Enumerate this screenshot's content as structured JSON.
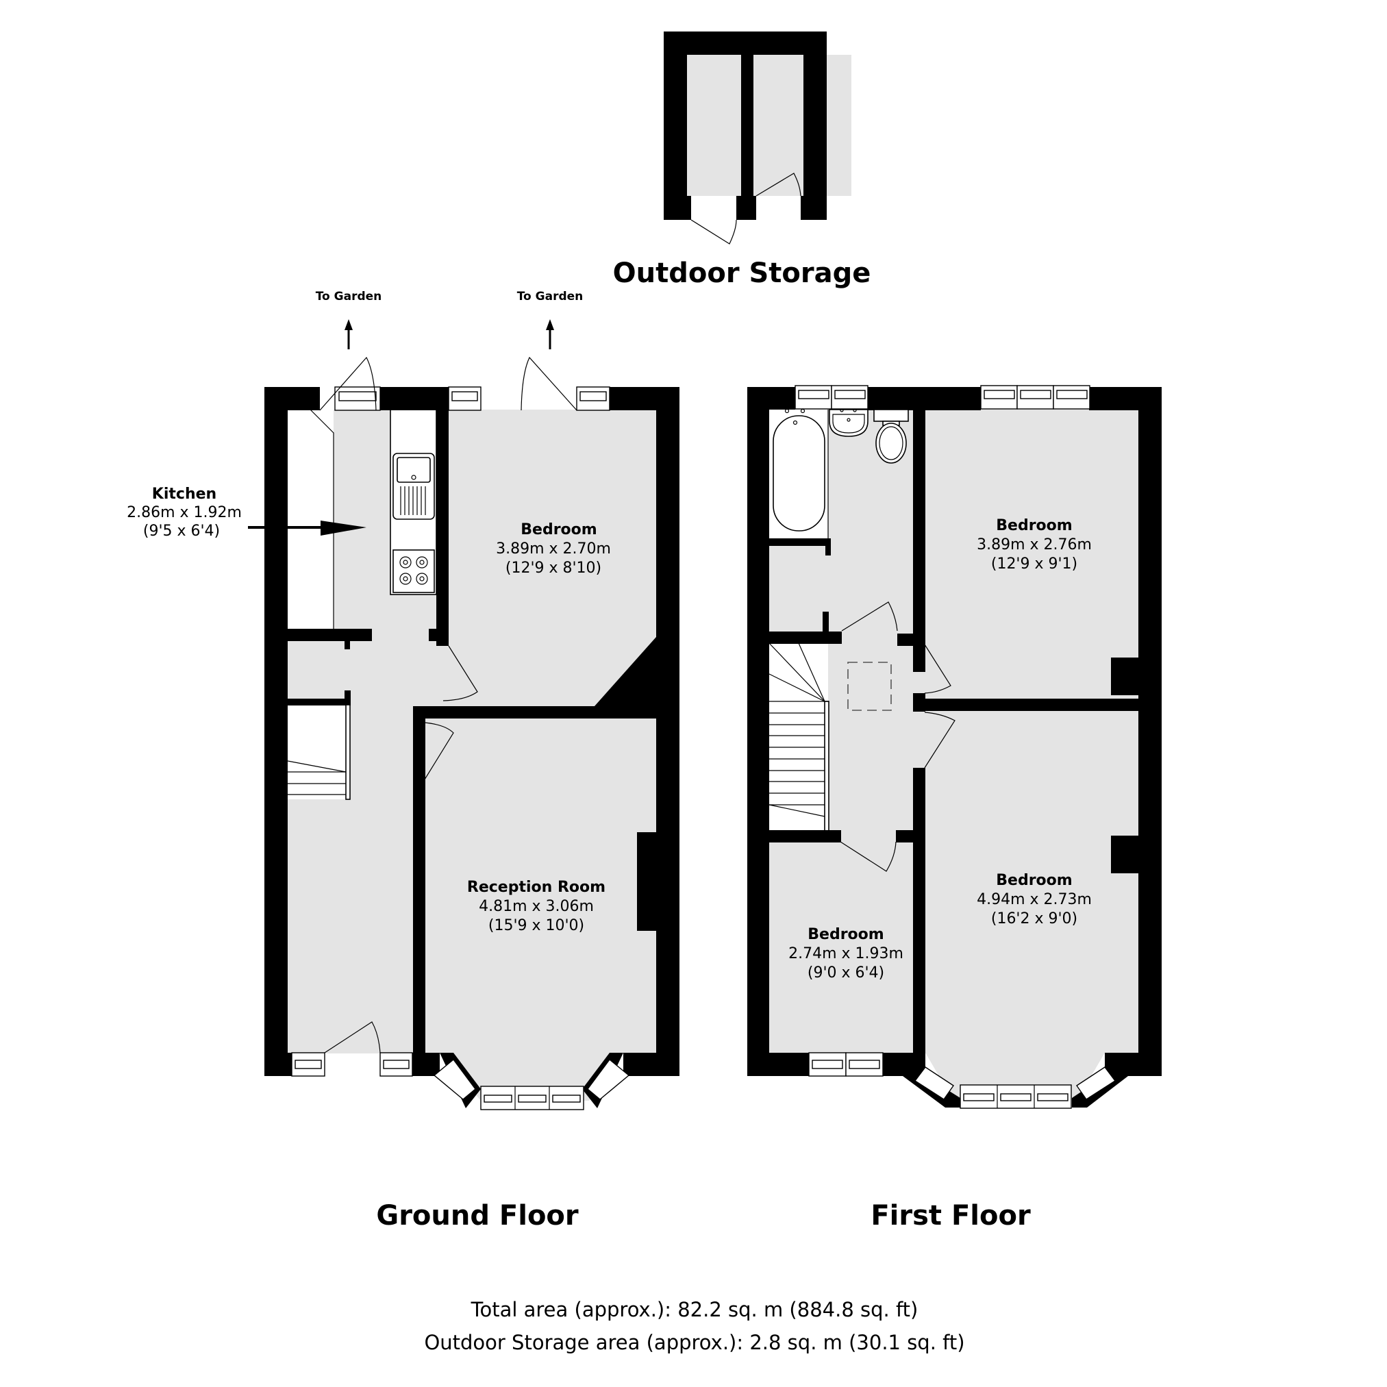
{
  "outdoor_storage": {
    "title": "Outdoor Storage"
  },
  "ground_floor": {
    "title": "Ground Floor",
    "garden_labels": [
      "To Garden",
      "To Garden"
    ],
    "rooms": [
      {
        "name": "Kitchen",
        "metric": "2.86m x 1.92m",
        "imperial": "(9'5 x 6'4)"
      },
      {
        "name": "Bedroom",
        "metric": "3.89m x 2.70m",
        "imperial": "(12'9 x 8'10)"
      },
      {
        "name": "Reception Room",
        "metric": "4.81m x 3.06m",
        "imperial": "(15'9 x 10'0)"
      }
    ]
  },
  "first_floor": {
    "title": "First Floor",
    "rooms": [
      {
        "name": "Bedroom",
        "metric": "3.89m x 2.76m",
        "imperial": "(12'9 x 9'1)"
      },
      {
        "name": "Bedroom",
        "metric": "4.94m x 2.73m",
        "imperial": "(16'2 x 9'0)"
      },
      {
        "name": "Bedroom",
        "metric": "2.74m x 1.93m",
        "imperial": "(9'0 x 6'4)"
      }
    ]
  },
  "areas": {
    "total": "Total area (approx.): 82.2 sq. m (884.8 sq. ft)",
    "outdoor": "Outdoor Storage area (approx.): 2.8 sq. m (30.1 sq. ft)"
  },
  "colors": {
    "wall": "#000000",
    "floor": "#e4e4e4",
    "background": "#ffffff"
  }
}
